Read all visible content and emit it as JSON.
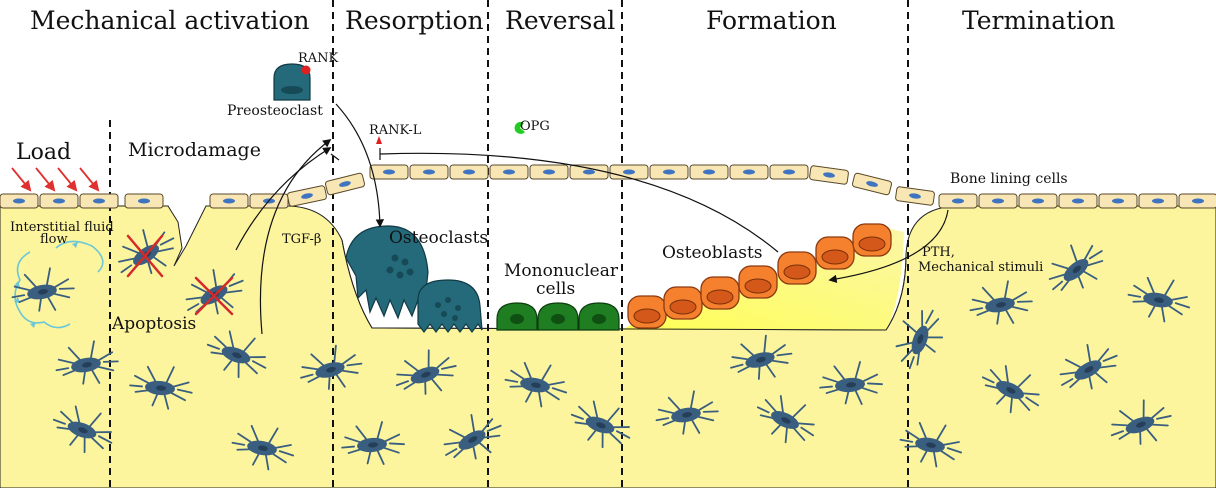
{
  "phases": {
    "mechanical_activation": "Mechanical activation",
    "resorption": "Resorption",
    "reversal": "Reversal",
    "formation": "Formation",
    "termination": "Termination"
  },
  "labels": {
    "load": "Load",
    "microdamage": "Microdamage",
    "interstitial_fluid_line1": "Interstitial fluid",
    "interstitial_fluid_line2": "flow",
    "apoptosis": "Apoptosis",
    "rank": "RANK",
    "preosteoclast": "Preosteoclast",
    "rank_l": "RANK-L",
    "opg": "OPG",
    "tgf_beta": "TGF-β",
    "osteoclasts": "Osteoclasts",
    "mononuclear_line1": "Mononuclear",
    "mononuclear_line2": "cells",
    "osteoblasts": "Osteoblasts",
    "pth_line1": "PTH,",
    "pth_line2": "Mechanical stimuli",
    "bone_lining_cells": "Bone lining cells"
  },
  "colors": {
    "bone_matrix": "#fcf59e",
    "lining_cell": "#f8e6b4",
    "lining_nucleus": "#3f74c0",
    "osteocyte": "#3a5e80",
    "osteoclast": "#256a7a",
    "mononuclear": "#1e7e21",
    "osteoblast": "#f5802e",
    "osteoid": "#ffff66",
    "load_arrow": "#e03030",
    "fluid_flow": "#6cc7d6",
    "rank_receptor": "#e02020",
    "opg_molecule": "#22cc22"
  }
}
